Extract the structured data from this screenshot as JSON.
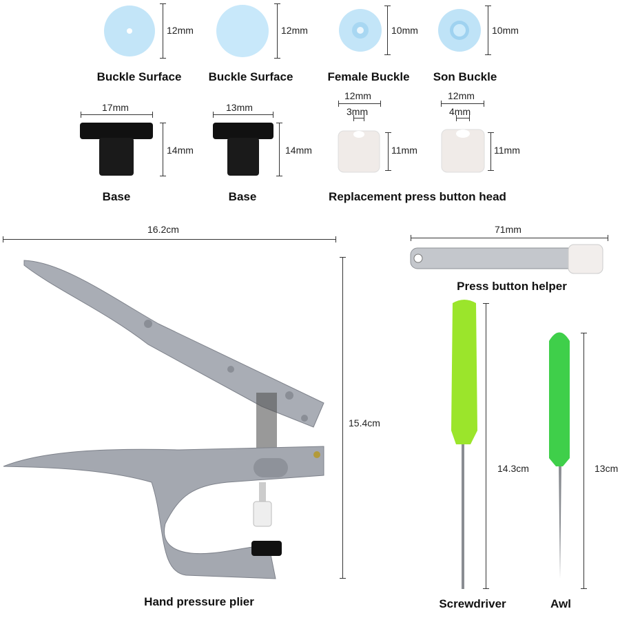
{
  "row1": {
    "items": [
      {
        "name": "Buckle Surface",
        "size": "12mm"
      },
      {
        "name": "Buckle Surface",
        "size": "12mm"
      },
      {
        "name": "Female Buckle",
        "size": "10mm"
      },
      {
        "name": "Son Buckle",
        "size": "10mm"
      }
    ]
  },
  "row2": {
    "base1": {
      "name": "Base",
      "width": "17mm",
      "height": "14mm"
    },
    "base2": {
      "name": "Base",
      "width": "13mm",
      "height": "14mm"
    },
    "head1": {
      "outer": "12mm",
      "inner": "3mm",
      "height": "11mm"
    },
    "head2": {
      "outer": "12mm",
      "inner": "4mm",
      "height": "11mm"
    },
    "heads_name": "Replacement press button head"
  },
  "plier": {
    "name": "Hand pressure plier",
    "width": "16.2cm",
    "height": "15.4cm"
  },
  "helper": {
    "name": "Press button helper",
    "length": "71mm"
  },
  "screwdriver": {
    "name": "Screwdriver",
    "length": "14.3cm"
  },
  "awl": {
    "name": "Awl",
    "length": "13cm"
  },
  "colors": {
    "button_blue": "#bfe3f7",
    "screwdriver_green": "#9be52b",
    "awl_green": "#3fcf4a",
    "metal": "#a9adb5"
  }
}
